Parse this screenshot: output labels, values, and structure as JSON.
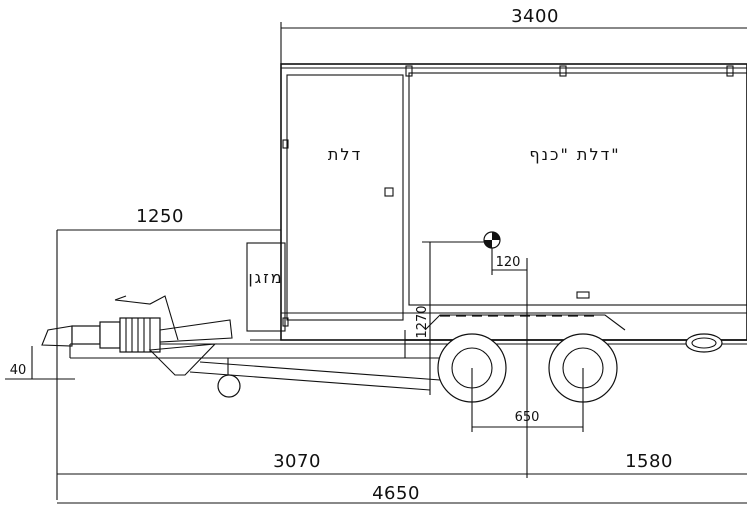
{
  "dimensions": {
    "body_length": "3400",
    "front_overhang": "1250",
    "height_1270": "1270",
    "offset_120": "120",
    "hitch_height": "40",
    "axle_spacing": "650",
    "front_to_axles": "3070",
    "rear_section": "1580",
    "total_length": "4650"
  },
  "labels": {
    "door": "דלת",
    "wing_door": "דלת \"כנף\"",
    "ac_unit": "מזגן"
  }
}
